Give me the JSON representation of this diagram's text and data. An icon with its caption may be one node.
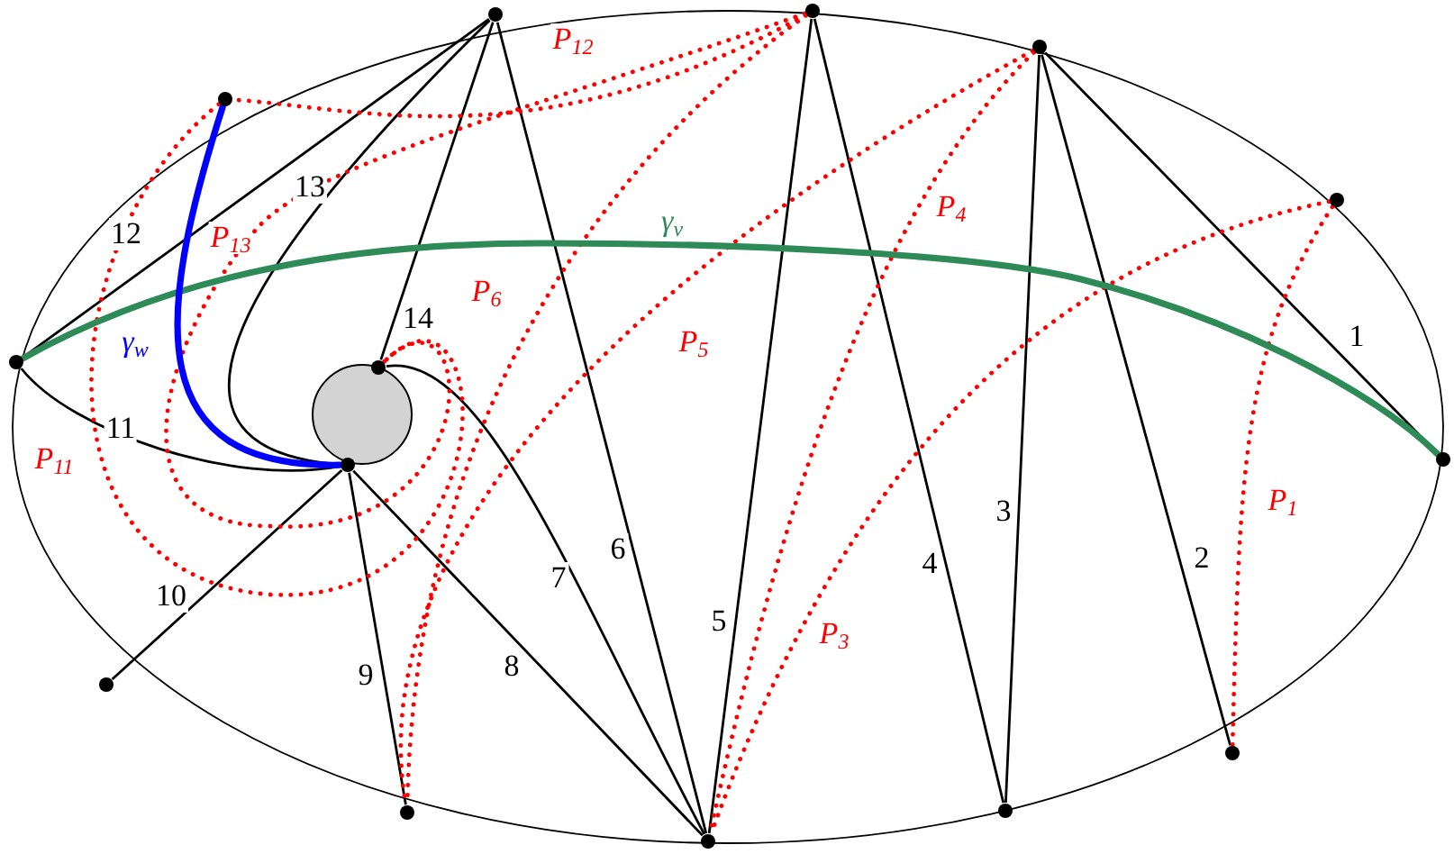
{
  "diagram": {
    "nodes": [
      {
        "text": [],
        "shape": "circle"
      },
      {
        "text": [],
        "shape": "circle"
      },
      {
        "text": [],
        "shape": "circle"
      },
      {
        "text": [],
        "shape": "circle"
      },
      {
        "text": [],
        "shape": "circle"
      },
      {
        "text": [],
        "shape": "circle"
      },
      {
        "text": [],
        "shape": "circle"
      },
      {
        "text": [],
        "shape": "circle"
      },
      {
        "text": [],
        "shape": "circle"
      },
      {
        "text": [],
        "shape": "circle"
      },
      {
        "text": [],
        "shape": "circle"
      },
      {
        "text": [],
        "shape": "circle"
      },
      {
        "text": [],
        "shape": "circle"
      },
      {
        "text": [],
        "shape": "circle"
      },
      {
        "text": [],
        "shape": "circle"
      }
    ],
    "edges": [
      {
        "from": 2,
        "to": 8,
        "arrow": "none",
        "label": "1"
      },
      {
        "from": 2,
        "to": 11,
        "arrow": "none",
        "label": "2"
      },
      {
        "from": 12,
        "to": 2,
        "arrow": "none",
        "label": "3"
      },
      {
        "from": 0,
        "to": 12,
        "arrow": "none",
        "label": "4"
      },
      {
        "from": 14,
        "to": 0,
        "arrow": "none",
        "label": "5"
      },
      {
        "from": 1,
        "to": 14,
        "arrow": "none",
        "label": "6"
      },
      {
        "from": 6,
        "to": 14,
        "arrow": "none",
        "label": "7"
      },
      {
        "from": 9,
        "to": 14,
        "arrow": "none",
        "label": "8"
      },
      {
        "from": 9,
        "to": 13,
        "arrow": "none",
        "label": "9"
      },
      {
        "from": 9,
        "to": 10,
        "arrow": "none",
        "label": "10"
      },
      {
        "from": 5,
        "to": 9,
        "arrow": "none",
        "label": "11"
      },
      {
        "from": 5,
        "to": 1,
        "arrow": "none",
        "label": "12"
      },
      {
        "from": 1,
        "to": 9,
        "arrow": "none",
        "label": "13"
      },
      {
        "from": 6,
        "to": 1,
        "arrow": "none",
        "label": "14"
      },
      {
        "from": 4,
        "to": 11,
        "arrow": "none",
        "label": "P$_{1}$",
        "style": "dashed",
        "color": "#ff0000"
      },
      {
        "from": 4,
        "to": 14,
        "arrow": "none",
        "label": "P$_{3}$",
        "style": "dashed",
        "color": "#ff0000"
      },
      {
        "from": 2,
        "to": 14,
        "arrow": "none",
        "label": "P$_{4}$",
        "style": "dashed",
        "color": "#ff0000"
      },
      {
        "from": 2,
        "to": 13,
        "arrow": "none",
        "label": "P$_{5}$",
        "style": "dashed",
        "color": "#ff0000"
      },
      {
        "from": 0,
        "to": 13,
        "arrow": "none",
        "label": "P$_{6}$",
        "style": "dashed",
        "color": "#ff0000"
      },
      {
        "from": 3,
        "to": 6,
        "arrow": "none",
        "label": "P$_{11}$",
        "style": "dashed",
        "color": "#ff0000"
      },
      {
        "from": 0,
        "to": 3,
        "arrow": "none",
        "label": "P$_{12}$",
        "style": "dashed",
        "color": "#ff0000"
      },
      {
        "from": 0,
        "to": 6,
        "arrow": "none",
        "label": "P$_{13}$",
        "style": "dashed",
        "color": "#ff0000"
      },
      {
        "from": 5,
        "to": 8,
        "arrow": "none",
        "label": "γ$_{v}$",
        "style": "thick",
        "color": "#2e8b57"
      },
      {
        "from": 3,
        "to": 9,
        "arrow": "none",
        "label": "γ$_{w}$",
        "style": "thick",
        "color": "#0000ff"
      }
    ]
  }
}
